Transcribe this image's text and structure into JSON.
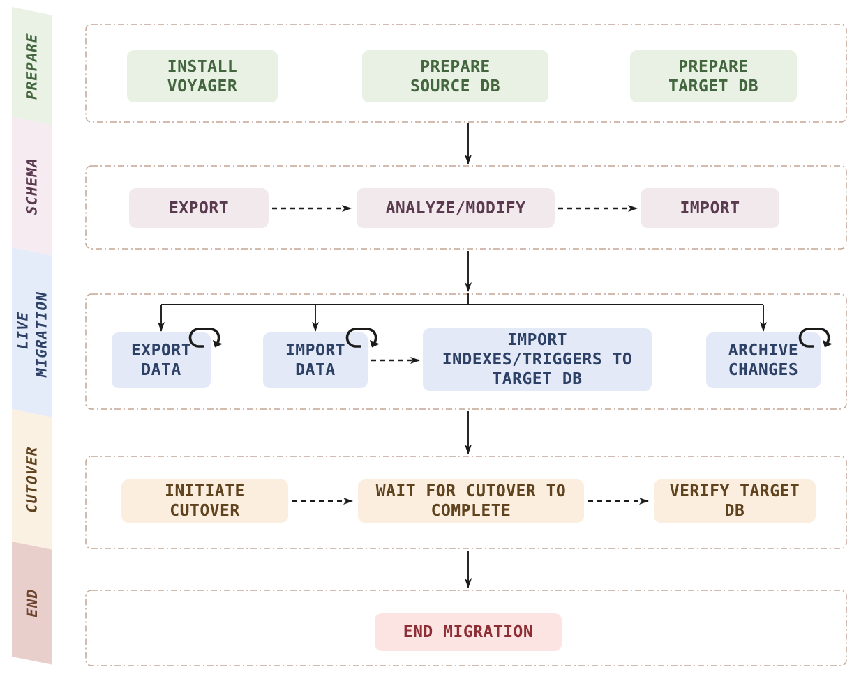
{
  "title": "Database migration workflow",
  "border_color": "#c4a695",
  "connector_color": "#1b1b1b",
  "icons": {
    "self_loop": "self-loop-icon"
  },
  "stages": [
    {
      "id": "prepare",
      "label": "PREPARE",
      "band_bg": "#e9f2e5",
      "band_text": "#44663f",
      "node_bg": "#e8f1e3",
      "node_text": "#44663f",
      "nodes": [
        {
          "label": "INSTALL\nVOYAGER"
        },
        {
          "label": "PREPARE\nSOURCE DB"
        },
        {
          "label": "PREPARE\nTARGET DB"
        }
      ]
    },
    {
      "id": "schema",
      "label": "SCHEMA",
      "band_bg": "#f6ebf0",
      "band_text": "#5a3a4f",
      "node_bg": "#f2e9ed",
      "node_text": "#5a3a4f",
      "nodes": [
        {
          "label": "EXPORT"
        },
        {
          "label": "ANALYZE/MODIFY"
        },
        {
          "label": "IMPORT"
        }
      ]
    },
    {
      "id": "live-migration",
      "label": "LIVE\nMIGRATION",
      "band_bg": "#e4ebf9",
      "band_text": "#2d4065",
      "node_bg": "#e3e9f7",
      "node_text": "#2d4065",
      "nodes": [
        {
          "label": "EXPORT\nDATA",
          "self_loop": true
        },
        {
          "label": "IMPORT\nDATA",
          "self_loop": true
        },
        {
          "label": "IMPORT\nINDEXES/TRIGGERS TO\nTARGET DB",
          "self_loop": false
        },
        {
          "label": "ARCHIVE\nCHANGES",
          "self_loop": true
        }
      ]
    },
    {
      "id": "cutover",
      "label": "CUTOVER",
      "band_bg": "#faf1e2",
      "band_text": "#5f431f",
      "node_bg": "#fbeede",
      "node_text": "#5f431f",
      "nodes": [
        {
          "label": "INITIATE\nCUTOVER"
        },
        {
          "label": "WAIT FOR CUTOVER TO\nCOMPLETE"
        },
        {
          "label": "VERIFY TARGET\nDB"
        }
      ]
    },
    {
      "id": "end",
      "label": "END",
      "band_bg": "#e8cfcb",
      "band_text": "#6e4630",
      "node_bg": "#fce4e3",
      "node_text": "#8d2e35",
      "nodes": [
        {
          "label": "END MIGRATION"
        }
      ]
    }
  ]
}
